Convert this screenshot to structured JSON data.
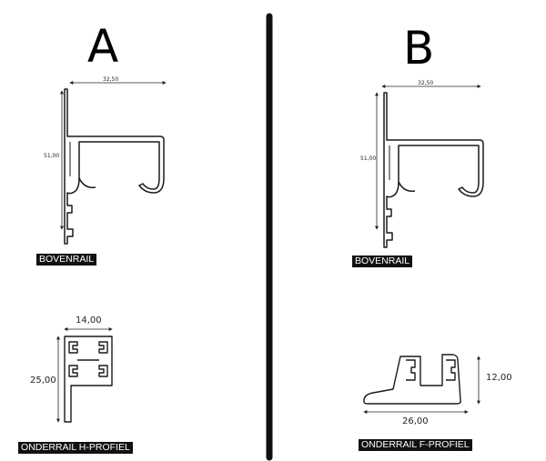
{
  "panel_a": {
    "letter": "A",
    "top_rail": {
      "label": "BOVENRAIL",
      "width_dim": "32,50",
      "height_dim": "51,00"
    },
    "bottom_rail": {
      "label": "ONDERRAIL H-PROFIEL",
      "width_dim": "14,00",
      "height_dim": "25,00"
    }
  },
  "panel_b": {
    "letter": "B",
    "top_rail": {
      "label": "BOVENRAIL",
      "width_dim": "32,50",
      "height_dim": "51,00"
    },
    "bottom_rail": {
      "label": "ONDERRAIL F-PROFIEL",
      "width_dim": "26,00",
      "height_dim": "12,00"
    }
  },
  "colors": {
    "outline": "#1a1a1a",
    "divider": "#111111",
    "label_bg": "#111111",
    "label_text": "#ffffff"
  }
}
